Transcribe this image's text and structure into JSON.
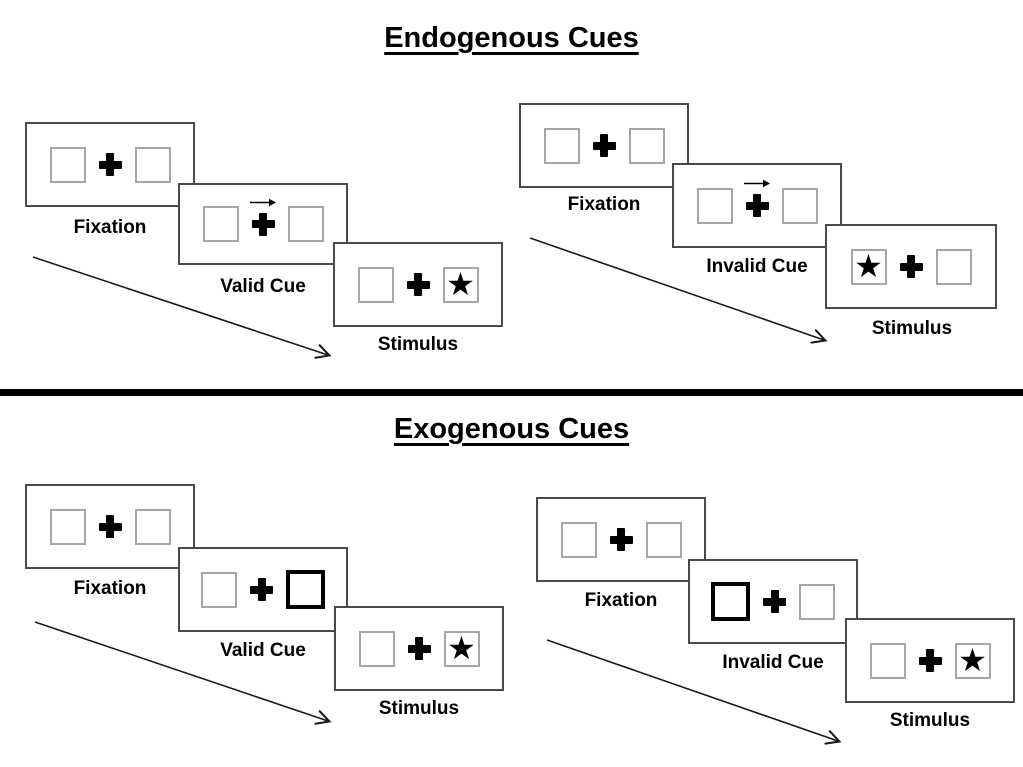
{
  "figure": {
    "type": "experiment-paradigm-diagram",
    "description_visible_text_only": true
  },
  "glyphs": {
    "star": "★"
  },
  "colors": {
    "background": "#ffffff",
    "ink": "#000000",
    "card_border": "#4a4a4a",
    "placeholder_border": "#a6a6a6",
    "cue_highlight_border": "#000000"
  },
  "sections": [
    {
      "title": "Endogenous Cues",
      "panels": [
        {
          "id": "endogenous-valid",
          "cards": [
            {
              "label": "Fixation",
              "type": "fixation"
            },
            {
              "label": "Valid Cue",
              "type": "arrow-cue",
              "arrow_direction": "right"
            },
            {
              "label": "Stimulus",
              "type": "stimulus",
              "star_side": "right"
            }
          ]
        },
        {
          "id": "endogenous-invalid",
          "cards": [
            {
              "label": "Fixation",
              "type": "fixation"
            },
            {
              "label": "Invalid Cue",
              "type": "arrow-cue",
              "arrow_direction": "right"
            },
            {
              "label": "Stimulus",
              "type": "stimulus",
              "star_side": "left"
            }
          ]
        }
      ]
    },
    {
      "title": "Exogenous Cues",
      "panels": [
        {
          "id": "exogenous-valid",
          "cards": [
            {
              "label": "Fixation",
              "type": "fixation"
            },
            {
              "label": "Valid Cue",
              "type": "box-cue",
              "bold_side": "right"
            },
            {
              "label": "Stimulus",
              "type": "stimulus",
              "star_side": "right"
            }
          ]
        },
        {
          "id": "exogenous-invalid",
          "cards": [
            {
              "label": "Fixation",
              "type": "fixation"
            },
            {
              "label": "Invalid Cue",
              "type": "box-cue",
              "bold_side": "left"
            },
            {
              "label": "Stimulus",
              "type": "stimulus",
              "star_side": "right"
            }
          ]
        }
      ]
    }
  ]
}
